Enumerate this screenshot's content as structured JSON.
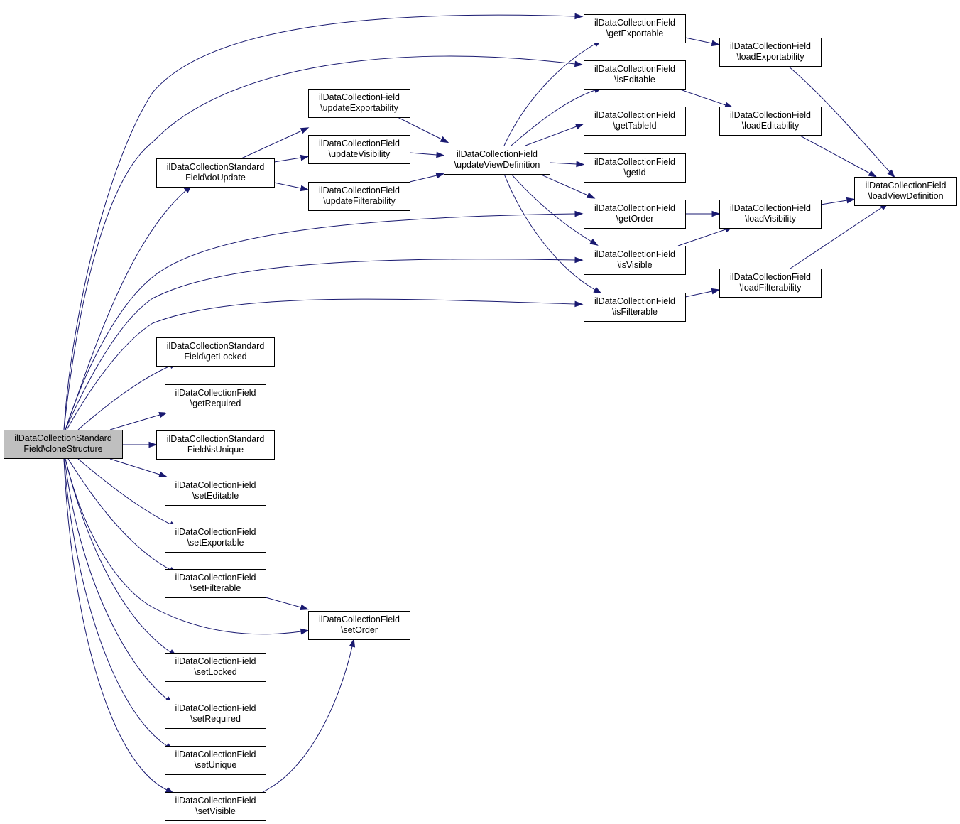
{
  "nodes": [
    {
      "id": "cloneStructure",
      "lines": [
        "ilDataCollectionStandard",
        "Field\\cloneStructure"
      ],
      "root": true
    },
    {
      "id": "doUpdate",
      "lines": [
        "ilDataCollectionStandard",
        "Field\\doUpdate"
      ]
    },
    {
      "id": "getLocked",
      "lines": [
        "ilDataCollectionStandard",
        "Field\\getLocked"
      ]
    },
    {
      "id": "getRequired",
      "lines": [
        "ilDataCollectionField",
        "\\getRequired"
      ]
    },
    {
      "id": "isUnique",
      "lines": [
        "ilDataCollectionStandard",
        "Field\\isUnique"
      ]
    },
    {
      "id": "setEditable",
      "lines": [
        "ilDataCollectionField",
        "\\setEditable"
      ]
    },
    {
      "id": "setExportable",
      "lines": [
        "ilDataCollectionField",
        "\\setExportable"
      ]
    },
    {
      "id": "setFilterable",
      "lines": [
        "ilDataCollectionField",
        "\\setFilterable"
      ]
    },
    {
      "id": "setLocked",
      "lines": [
        "ilDataCollectionField",
        "\\setLocked"
      ]
    },
    {
      "id": "setRequired",
      "lines": [
        "ilDataCollectionField",
        "\\setRequired"
      ]
    },
    {
      "id": "setUnique",
      "lines": [
        "ilDataCollectionField",
        "\\setUnique"
      ]
    },
    {
      "id": "setVisible",
      "lines": [
        "ilDataCollectionField",
        "\\setVisible"
      ]
    },
    {
      "id": "updateExportability",
      "lines": [
        "ilDataCollectionField",
        "\\updateExportability"
      ]
    },
    {
      "id": "updateVisibility",
      "lines": [
        "ilDataCollectionField",
        "\\updateVisibility"
      ]
    },
    {
      "id": "updateFilterability",
      "lines": [
        "ilDataCollectionField",
        "\\updateFilterability"
      ]
    },
    {
      "id": "setOrder",
      "lines": [
        "ilDataCollectionField",
        "\\setOrder"
      ]
    },
    {
      "id": "updateViewDefinition",
      "lines": [
        "ilDataCollectionField",
        "\\updateViewDefinition"
      ]
    },
    {
      "id": "getExportable",
      "lines": [
        "ilDataCollectionField",
        "\\getExportable"
      ]
    },
    {
      "id": "isEditable",
      "lines": [
        "ilDataCollectionField",
        "\\isEditable"
      ]
    },
    {
      "id": "getTableId",
      "lines": [
        "ilDataCollectionField",
        "\\getTableId"
      ]
    },
    {
      "id": "getId",
      "lines": [
        "ilDataCollectionField",
        "\\getId"
      ]
    },
    {
      "id": "getOrder",
      "lines": [
        "ilDataCollectionField",
        "\\getOrder"
      ]
    },
    {
      "id": "isVisible",
      "lines": [
        "ilDataCollectionField",
        "\\isVisible"
      ]
    },
    {
      "id": "isFilterable",
      "lines": [
        "ilDataCollectionField",
        "\\isFilterable"
      ]
    },
    {
      "id": "loadExportability",
      "lines": [
        "ilDataCollectionField",
        "\\loadExportability"
      ]
    },
    {
      "id": "loadEditability",
      "lines": [
        "ilDataCollectionField",
        "\\loadEditability"
      ]
    },
    {
      "id": "loadVisibility",
      "lines": [
        "ilDataCollectionField",
        "\\loadVisibility"
      ]
    },
    {
      "id": "loadFilterability",
      "lines": [
        "ilDataCollectionField",
        "\\loadFilterability"
      ]
    },
    {
      "id": "loadViewDefinition",
      "lines": [
        "ilDataCollectionField",
        "\\loadViewDefinition"
      ]
    }
  ],
  "edges": [
    {
      "from": "cloneStructure",
      "to": "getExportable"
    },
    {
      "from": "cloneStructure",
      "to": "isEditable"
    },
    {
      "from": "cloneStructure",
      "to": "doUpdate"
    },
    {
      "from": "cloneStructure",
      "to": "getOrder"
    },
    {
      "from": "cloneStructure",
      "to": "isVisible"
    },
    {
      "from": "cloneStructure",
      "to": "isFilterable"
    },
    {
      "from": "cloneStructure",
      "to": "getLocked"
    },
    {
      "from": "cloneStructure",
      "to": "getRequired"
    },
    {
      "from": "cloneStructure",
      "to": "isUnique"
    },
    {
      "from": "cloneStructure",
      "to": "setEditable"
    },
    {
      "from": "cloneStructure",
      "to": "setExportable"
    },
    {
      "from": "cloneStructure",
      "to": "setFilterable"
    },
    {
      "from": "cloneStructure",
      "to": "setOrder"
    },
    {
      "from": "cloneStructure",
      "to": "setLocked"
    },
    {
      "from": "cloneStructure",
      "to": "setRequired"
    },
    {
      "from": "cloneStructure",
      "to": "setUnique"
    },
    {
      "from": "cloneStructure",
      "to": "setVisible"
    },
    {
      "from": "doUpdate",
      "to": "updateExportability"
    },
    {
      "from": "doUpdate",
      "to": "updateVisibility"
    },
    {
      "from": "doUpdate",
      "to": "updateFilterability"
    },
    {
      "from": "updateExportability",
      "to": "updateViewDefinition"
    },
    {
      "from": "updateVisibility",
      "to": "updateViewDefinition"
    },
    {
      "from": "updateFilterability",
      "to": "updateViewDefinition"
    },
    {
      "from": "updateViewDefinition",
      "to": "getExportable"
    },
    {
      "from": "updateViewDefinition",
      "to": "isEditable"
    },
    {
      "from": "updateViewDefinition",
      "to": "getTableId"
    },
    {
      "from": "updateViewDefinition",
      "to": "getId"
    },
    {
      "from": "updateViewDefinition",
      "to": "getOrder"
    },
    {
      "from": "updateViewDefinition",
      "to": "isVisible"
    },
    {
      "from": "updateViewDefinition",
      "to": "isFilterable"
    },
    {
      "from": "getExportable",
      "to": "loadExportability"
    },
    {
      "from": "isEditable",
      "to": "loadEditability"
    },
    {
      "from": "getOrder",
      "to": "loadVisibility"
    },
    {
      "from": "isVisible",
      "to": "loadVisibility"
    },
    {
      "from": "isFilterable",
      "to": "loadFilterability"
    },
    {
      "from": "loadExportability",
      "to": "loadViewDefinition"
    },
    {
      "from": "loadEditability",
      "to": "loadViewDefinition"
    },
    {
      "from": "loadVisibility",
      "to": "loadViewDefinition"
    },
    {
      "from": "loadFilterability",
      "to": "loadViewDefinition"
    },
    {
      "from": "setFilterable",
      "to": "setOrder"
    },
    {
      "from": "setVisible",
      "to": "setOrder"
    }
  ]
}
